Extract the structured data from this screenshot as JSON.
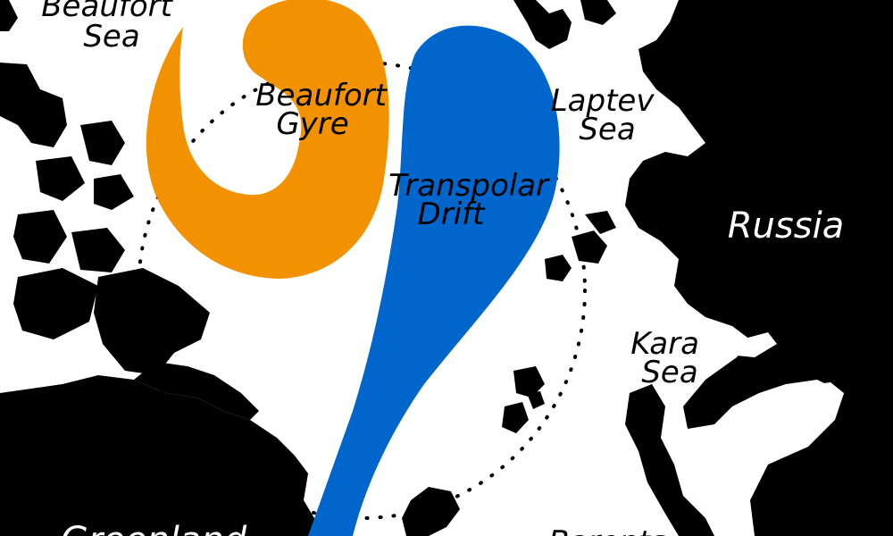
{
  "map": {
    "labels": {
      "beaufort_sea": [
        "Beaufort",
        "Sea"
      ],
      "beaufort_gyre": [
        "Beaufort",
        "Gyre"
      ],
      "laptev_sea": [
        "Laptev",
        "Sea"
      ],
      "transpolar_drift": [
        "Transpolar",
        "Drift"
      ],
      "russia": "Russia",
      "kara_sea": [
        "Kara",
        "Sea"
      ],
      "greenland": "Greenland",
      "barents": "Barents"
    },
    "colors": {
      "land": "#000000",
      "ocean": "#ffffff",
      "beaufort_gyre": "#f39200",
      "transpolar_drift": "#0066cc",
      "land_label": "#ffffff",
      "sea_label": "#000000"
    },
    "features": [
      "land-masses",
      "beaufort-gyre-current",
      "transpolar-drift-current",
      "arctic-circle-dotted"
    ]
  }
}
